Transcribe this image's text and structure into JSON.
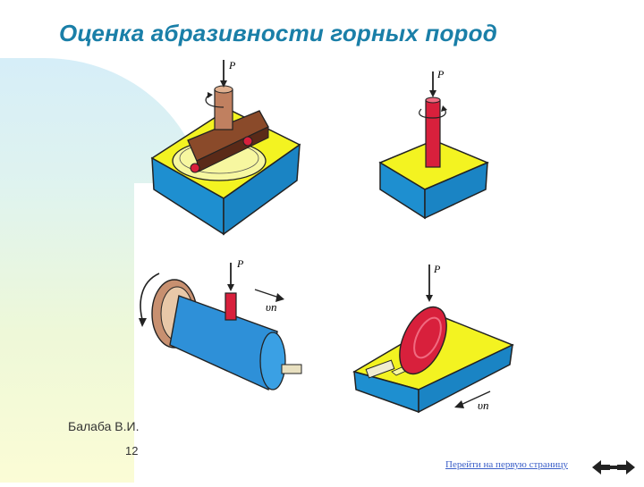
{
  "slide": {
    "title": "Оценка абразивности горных пород",
    "author": "Балаба В.И.",
    "page_number": "12",
    "first_page_link": "Перейти на первую страницу",
    "return_icon": "return-arrow-icon"
  },
  "figures": {
    "labels": {
      "load": "P",
      "feed_velocity": "υn"
    }
  },
  "colors": {
    "title": "#1a7fa8",
    "block_top": "#f3f321",
    "block_side": "#1e8fd0",
    "rod": "#d8203c",
    "link": "#3b5fc8"
  }
}
